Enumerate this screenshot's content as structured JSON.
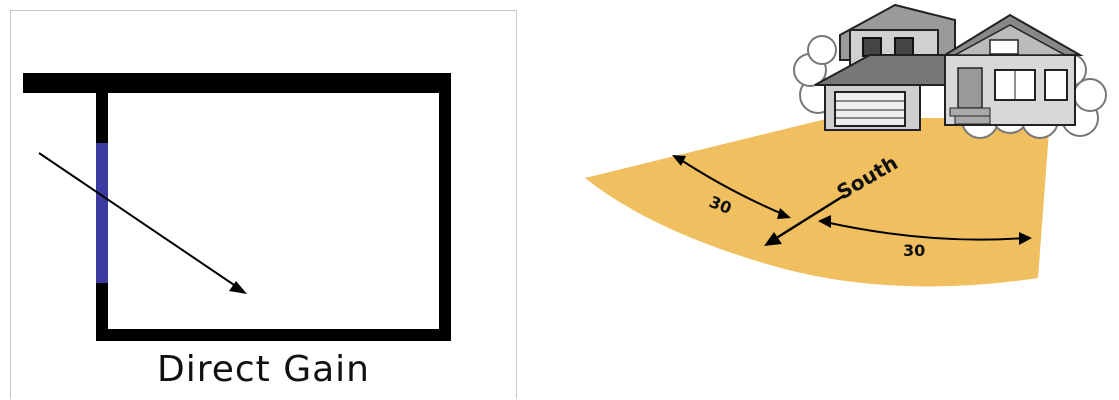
{
  "left_diagram": {
    "caption": "Direct Gain"
  },
  "right_diagram": {
    "direction_label": "South",
    "angle_left": "30",
    "angle_right": "30"
  },
  "colors": {
    "wall": "#000000",
    "window": "#3a3aa0",
    "ground": "#f0c060",
    "panel_border": "#c8c8c8"
  }
}
